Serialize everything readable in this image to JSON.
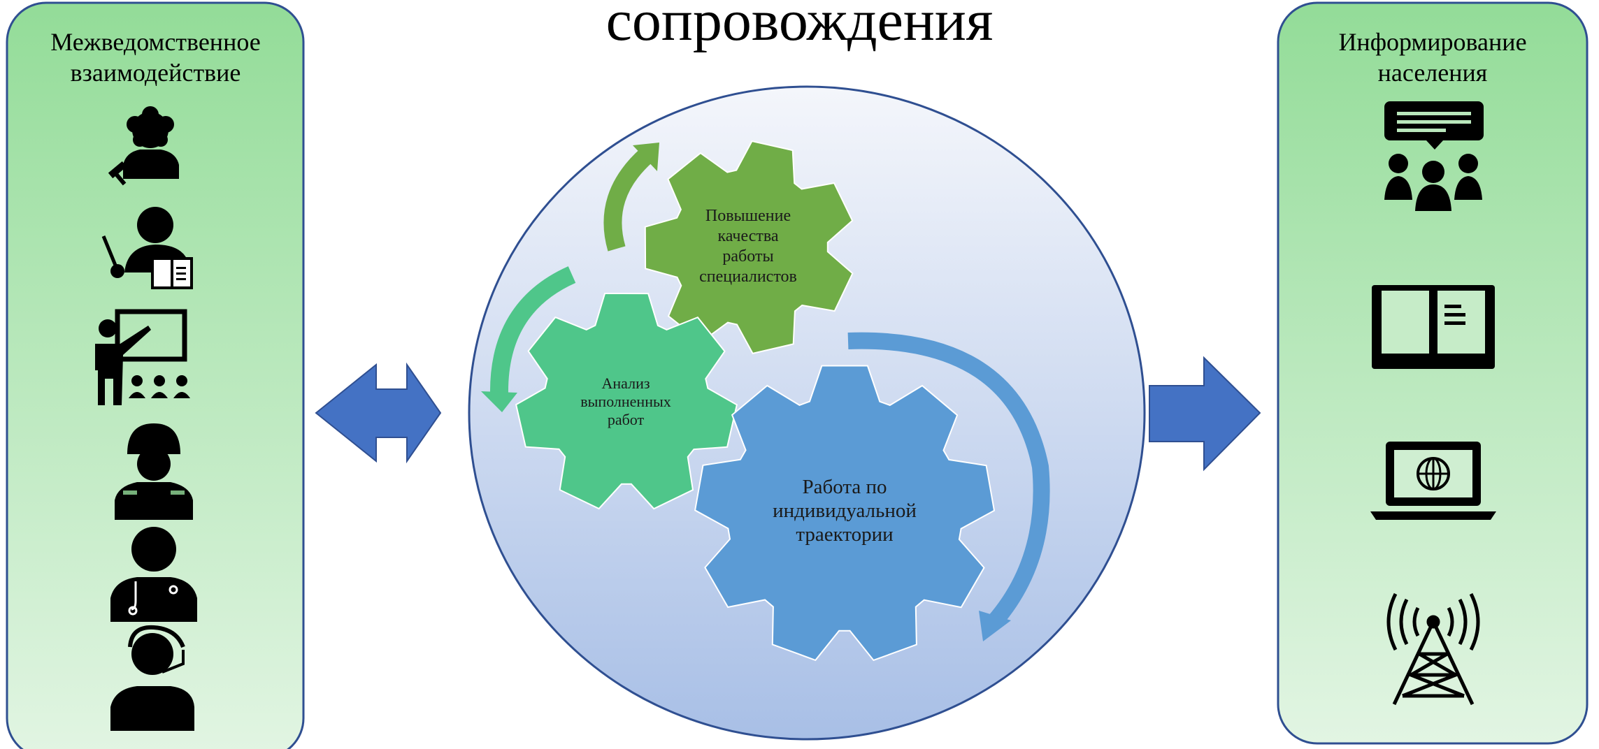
{
  "title": "сопровождения",
  "left_panel": {
    "title_line1": "Межведомственное",
    "title_line2": "взаимодействие",
    "icons": [
      "judge-icon",
      "teacher-with-book-icon",
      "lecturer-at-board-icon",
      "soldier-icon",
      "doctor-icon",
      "operator-headset-icon"
    ]
  },
  "right_panel": {
    "title_line1": "Информирование",
    "title_line2": "населения",
    "icons": [
      "audience-chat-icon",
      "open-book-icon",
      "laptop-globe-icon",
      "radio-tower-icon"
    ]
  },
  "gears": {
    "quality": {
      "line1": "Повышение",
      "line2": "качества",
      "line3": "работы",
      "line4": "специалистов"
    },
    "analysis": {
      "line1": "Анализ",
      "line2": "выполненных",
      "line3": "работ"
    },
    "trajectory": {
      "line1": "Работа по",
      "line2": "индивидуальной",
      "line3": "траектории"
    }
  },
  "colors": {
    "panel_top": "#93dc98",
    "panel_bottom": "#e2f5e3",
    "panel_border": "#2f4f91",
    "arrow_blue": "#4472c4",
    "gear_green": "#70ad47",
    "gear_teal": "#4fc68a",
    "gear_blue": "#5b9bd5",
    "circle_top": "#f4f6fb",
    "circle_bottom": "#a8bfe6"
  }
}
